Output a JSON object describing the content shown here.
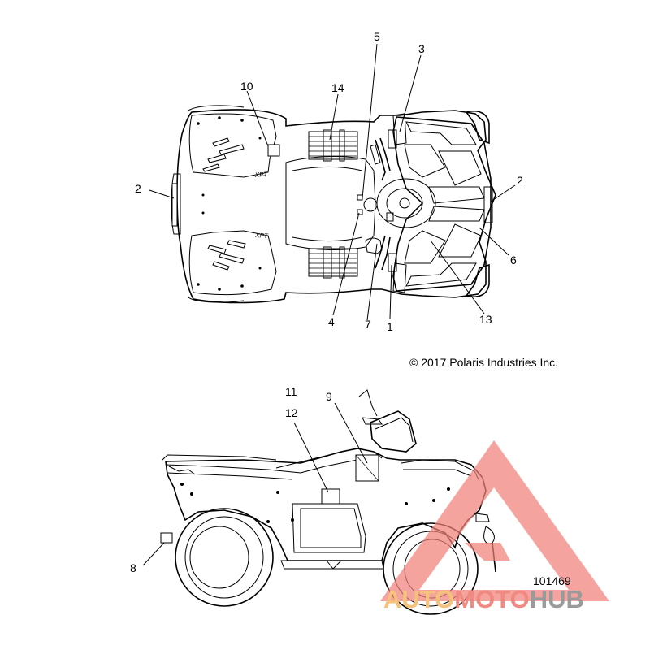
{
  "callouts": {
    "c1": "1",
    "c2_left": "2",
    "c2_right": "2",
    "c3": "3",
    "c4": "4",
    "c5": "5",
    "c6": "6",
    "c7": "7",
    "c8": "8",
    "c9": "9",
    "c10": "10",
    "c11": "11",
    "c12": "12",
    "c13": "13",
    "c14": "14"
  },
  "copyright": "© 2017 Polaris Industries Inc.",
  "part_number": "101469",
  "watermark": {
    "word_auto": "AUTO",
    "word_moto": "MOTO",
    "word_hub": "HUB",
    "color_auto": "#f4c27a",
    "color_moto": "#f08a80",
    "color_hub": "#9a9a9a",
    "color_logo": "#f08078"
  }
}
